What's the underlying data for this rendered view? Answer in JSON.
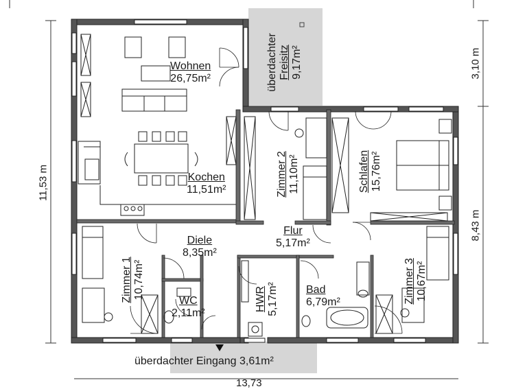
{
  "rooms": {
    "wohnen": {
      "name": "Wohnen",
      "area": "26,75m²"
    },
    "kochen": {
      "name": "Kochen",
      "area": "11,51m²"
    },
    "diele": {
      "name": "Diele",
      "area": "8,35m²"
    },
    "flur": {
      "name": "Flur",
      "area": "5,17m²"
    },
    "zimmer2": {
      "name": "Zimmer 2",
      "area": "11,10m²"
    },
    "schlafen": {
      "name": "Schlafen",
      "area": "15,76m²"
    },
    "zimmer1": {
      "name": "Zimmer 1",
      "area": "10,74m²"
    },
    "wc": {
      "name": "WC",
      "area": "2,11m²"
    },
    "hwr": {
      "name": "HWR",
      "area": "5,17m²"
    },
    "bad": {
      "name": "Bad",
      "area": "6,79m²"
    },
    "zimmer3": {
      "name": "Zimmer 3",
      "area": "10,67m²"
    },
    "freisitz": {
      "name1": "überdachter",
      "name2": "Freisitz",
      "area": "9,17m²"
    }
  },
  "entrance": {
    "label": "überdachter Eingang 3,61m²"
  },
  "dimensions": {
    "left_total": "11,53 m",
    "right_upper": "3,10 m",
    "right_lower": "8,43 m",
    "bottom_total": "13,73"
  },
  "colors": {
    "wall": "#555555",
    "wall_outline": "#222222",
    "covered_area": "#d6d6d6",
    "line": "#222222"
  }
}
